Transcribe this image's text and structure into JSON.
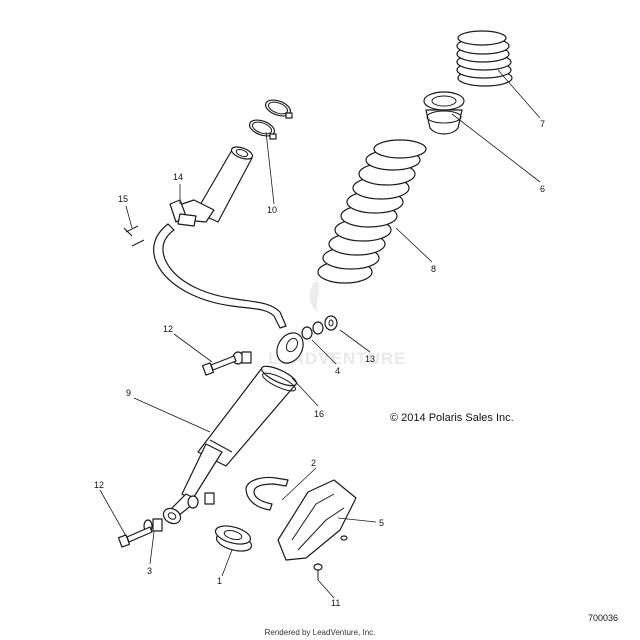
{
  "copyright": "© 2014 Polaris Sales Inc.",
  "diagram_id": "700036",
  "render_credit": "Rendered by LeadVenture, Inc.",
  "watermark": "LEADVENTURE",
  "callouts": {
    "c1": "1",
    "c2": "2",
    "c3": "3",
    "c4": "4",
    "c5": "5",
    "c6": "6",
    "c7": "7",
    "c8": "8",
    "c9": "9",
    "c10": "10",
    "c11": "11",
    "c12a": "12",
    "c12b": "12",
    "c13": "13",
    "c14": "14",
    "c15": "15",
    "c16": "16"
  }
}
